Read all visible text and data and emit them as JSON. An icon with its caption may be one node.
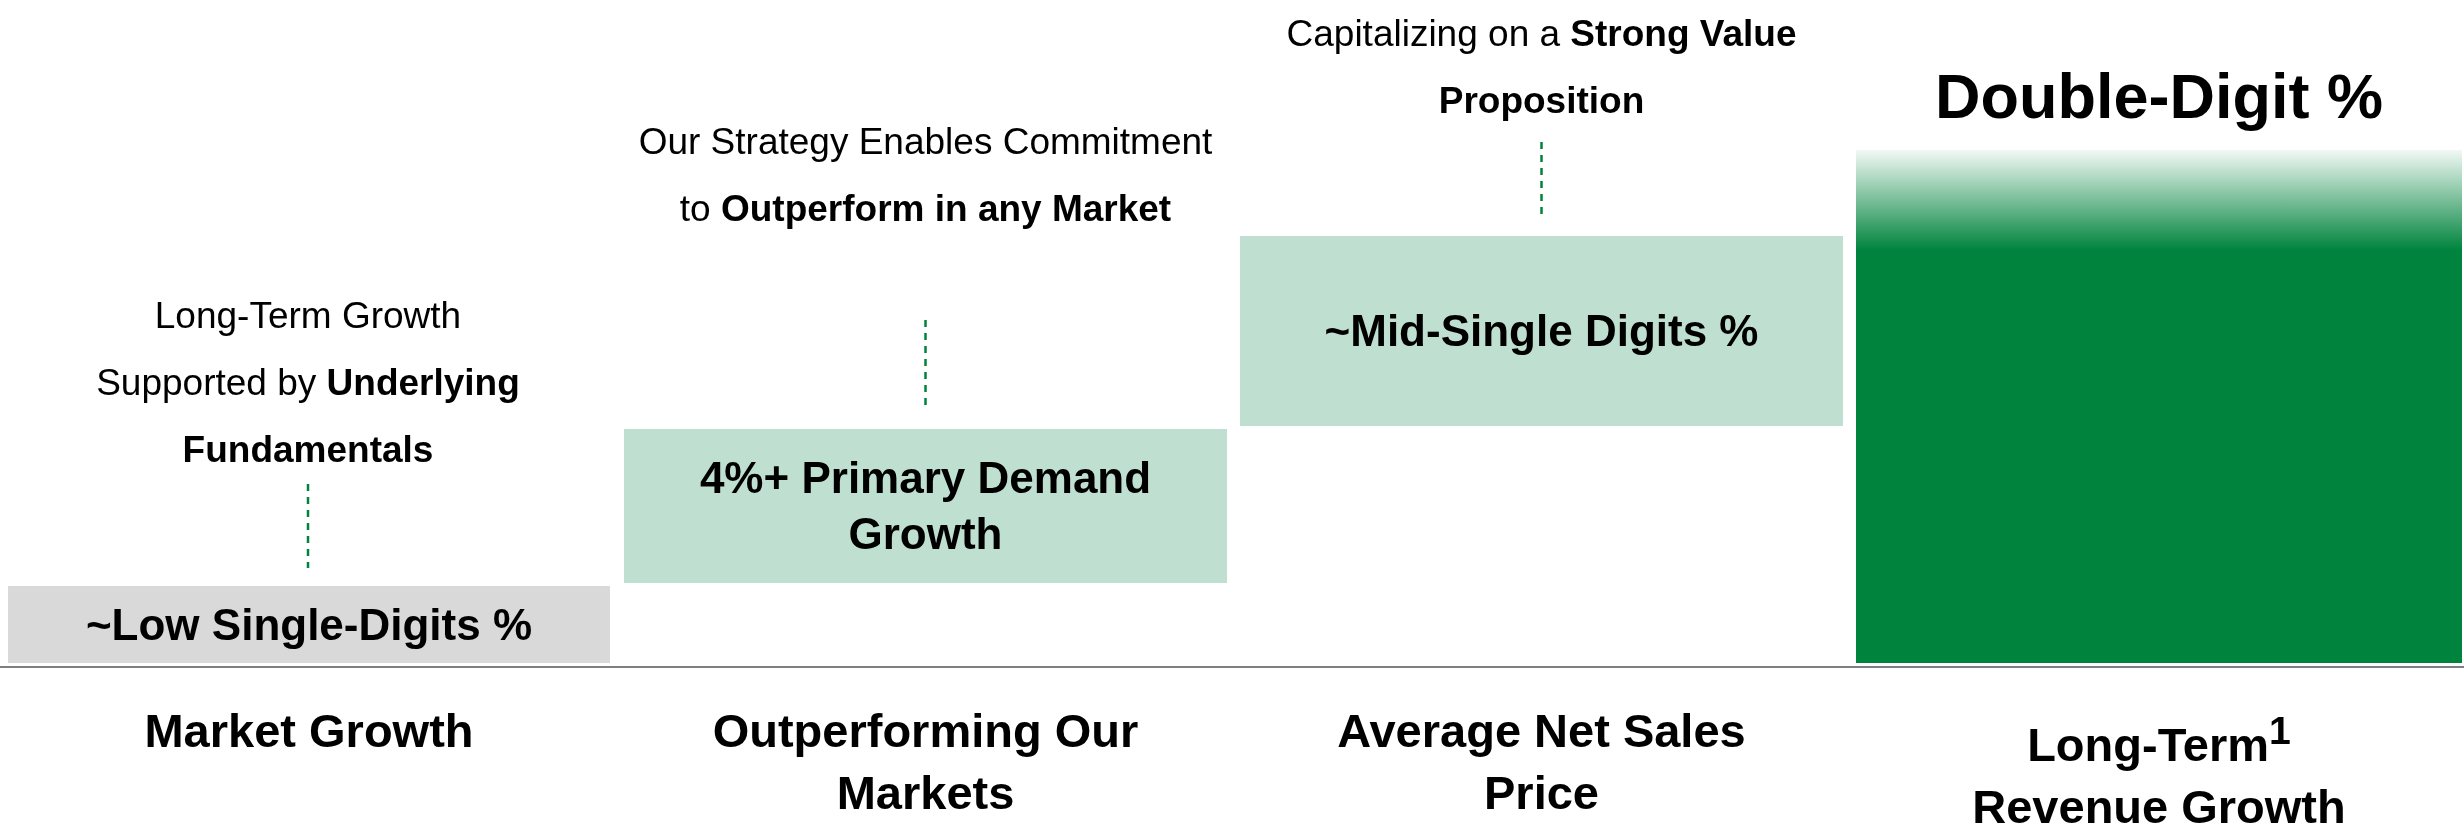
{
  "diagram": {
    "nodes": [
      {
        "text": [
          "Long-Term Growth Supported by **Underlying Fundamentals**"
        ]
      },
      {
        "text": [
          "~Low Single-Digits %"
        ]
      },
      {
        "text": [
          "Our Strategy Enables Commitment to **Outperform in any Market**"
        ]
      },
      {
        "text": [
          "4%+ Primary Demand Growth"
        ]
      },
      {
        "text": [
          "Capitalizing on a **Strong Value Proposition**"
        ]
      },
      {
        "text": [
          "~Mid-Single Digits %"
        ]
      },
      {
        "text": [
          "Double-Digit %"
        ]
      }
    ],
    "edges": [
      {
        "from": 0,
        "to": 1,
        "arrow": "none",
        "style": "dashed"
      },
      {
        "from": 2,
        "to": 3,
        "arrow": "none",
        "style": "dashed"
      },
      {
        "from": 4,
        "to": 5,
        "arrow": "none",
        "style": "dashed"
      }
    ],
    "labels": [
      "Market Growth",
      "Outperforming Our Markets",
      "Average Net Sales Price",
      "Long-Term$^{1}$ Revenue Growth"
    ]
  }
}
